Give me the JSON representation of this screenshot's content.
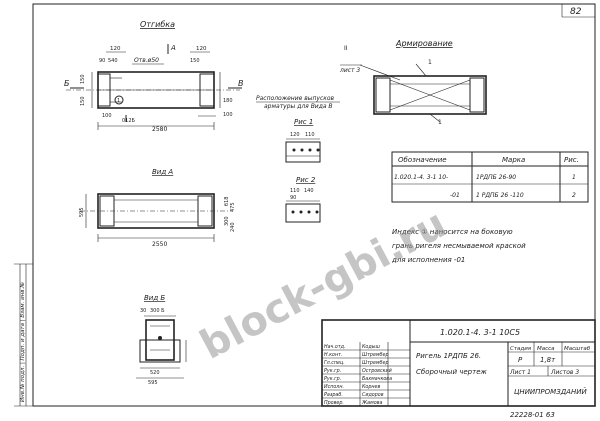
{
  "page": {
    "number": "82",
    "watermark": "block-gbi.ru",
    "bottom_code": "22228-01 63"
  },
  "views": {
    "otgibka": "Отгибка",
    "armirovanie": "Армирование",
    "vid_a": "Вид А",
    "vid_b": "Вид Б",
    "ris1": "Рис 1",
    "ris2": "Рис 2",
    "letter_a": "А",
    "letter_b": "Б",
    "letter_v": "В",
    "otgib_label": "Отв.ø50",
    "raspolozhenie_line1": "Расположение выпусков",
    "raspolozhenie_line2": "арматуры для Вида В",
    "list_ref": "лист 3",
    "roman_two": "II",
    "one_mark": "1"
  },
  "dimensions": {
    "d120a": "120",
    "d120b": "120",
    "d150a": "150",
    "d150b": "150",
    "d150c": "150",
    "d90": "90",
    "d540": "540",
    "d180": "180",
    "d100": "100",
    "d2580": "2580",
    "d2550": "2550",
    "d618": "б18",
    "d595": "595",
    "d475": "475",
    "d300": "300",
    "d240": "240",
    "d120c": "120",
    "d110": "110",
    "d90r": "90",
    "d140": "140",
    "d110b": "110",
    "d300b": "300 Б",
    "d30": "30",
    "d520": "520",
    "d595b": "595"
  },
  "spec_table": {
    "headers": [
      "Обозначение",
      "Марка",
      "Рис."
    ],
    "rows": [
      {
        "designation": "1.020.1-4. 3-1 10-",
        "mark": "1РДПБ 26-90",
        "fig": "1"
      },
      {
        "designation": "-01",
        "mark": "1 РДПБ 26 -110",
        "fig": "2"
      }
    ]
  },
  "note": {
    "line1": "Индекс ① наносится на боковую",
    "line2": "грань ригеля несмываемой краской",
    "line3": "для исполнения -01"
  },
  "title_block": {
    "code": "1.020.1-4. 3-1 10С5",
    "name_line1": "Ригель 1РДПБ 26.",
    "name_line2": "Сборочный чертеж",
    "stage_header": "Стадия",
    "mass_header": "Масса",
    "scale_header": "Масштаб",
    "stage": "Р",
    "mass": "1,8т",
    "sheet_label": "Лист 1",
    "sheets_label": "Листов 3",
    "org": "ЦНИИПРОМЗДАНИЙ",
    "people": [
      {
        "role": "Нач.отд.",
        "name": "Кодыш"
      },
      {
        "role": "Н.конт.",
        "name": "Штрембер"
      },
      {
        "role": "Гл.спец.",
        "name": "Штрембер"
      },
      {
        "role": "Рук.гр.",
        "name": "Островский"
      },
      {
        "role": "Рук.гр.",
        "name": "Бахмачкова"
      },
      {
        "role": "Исполн.",
        "name": "Корнев"
      },
      {
        "role": "Разраб.",
        "name": "Сидоров"
      },
      {
        "role": "Провер.",
        "name": "Жамова"
      }
    ]
  },
  "left_margin": {
    "text": "Инв.№ подл. | Подп. и дата | Взам. инв.№"
  }
}
